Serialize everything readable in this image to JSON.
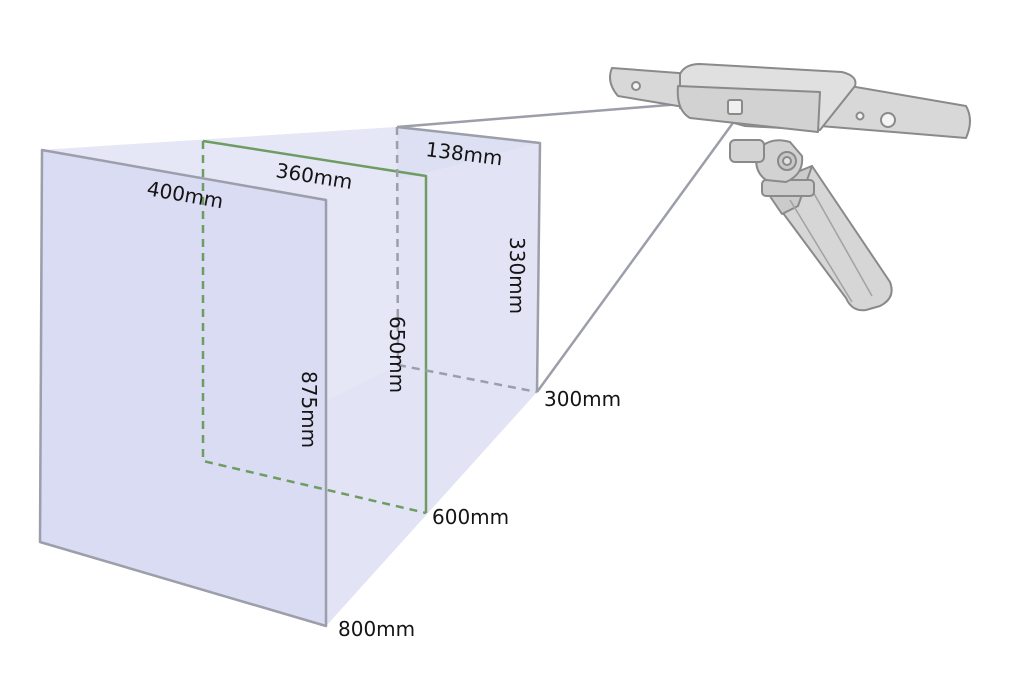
{
  "labels": {
    "near_depth": "300mm",
    "mid_depth": "600mm",
    "far_depth": "800mm",
    "near_width": "138mm",
    "near_height": "330mm",
    "mid_width": "360mm",
    "mid_height": "650mm",
    "far_width": "400mm",
    "far_height": "875mm"
  },
  "colors": {
    "frustum_fill": "#dde0f3",
    "frame_stroke": "#9c9eaa",
    "mid_frame_stroke": "#6e9c62",
    "device_body": "#d6d6d6",
    "device_stroke": "#8a8a8a",
    "label_text": "#141414"
  },
  "icons": {
    "device": "3d-scanner-on-tripod-icon"
  }
}
